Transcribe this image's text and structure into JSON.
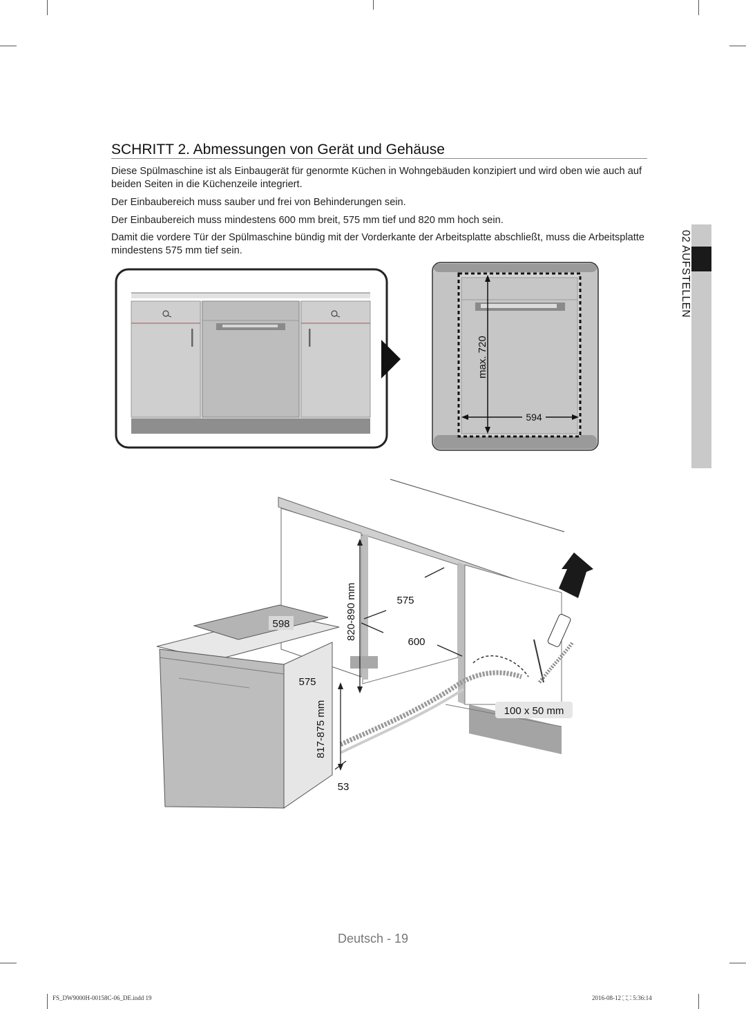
{
  "header": {
    "title": "SCHRITT 2. Abmessungen von Gerät und Gehäuse"
  },
  "paragraphs": [
    "Diese Spülmaschine ist als Einbaugerät für genormte Küchen in Wohngebäuden konzipiert und wird oben wie auch auf beiden Seiten in die Küchenzeile integriert.",
    "Der Einbaubereich muss sauber und frei von Behinderungen sein.",
    "Der Einbaubereich muss mindestens 600 mm breit, 575 mm tief und 820 mm hoch sein.",
    "Damit die vordere Tür der Spülmaschine bündig mit der Vorderkante der Arbeitsplatte abschließt, muss die Arbeitsplatte mindestens 575 mm tief sein."
  ],
  "side_tab": {
    "label": "02  AUFSTELLEN"
  },
  "figure_top": {
    "max_height_label": "max. 720",
    "width_label": "594"
  },
  "figure_bottom": {
    "label_598": "598",
    "label_575_front": "575",
    "label_817_875": "817-875 mm",
    "label_53": "53",
    "label_820_890": "820-890 mm",
    "label_575_niche": "575",
    "label_600": "600",
    "label_hole": "100 x 50 mm"
  },
  "footer": {
    "page_label": "Deutsch - 19",
    "file_name": "FS_DW9000H-00158C-06_DE.indd   19",
    "timestamp": "2016-08-12   ⛶⛶ 5:36:14"
  }
}
